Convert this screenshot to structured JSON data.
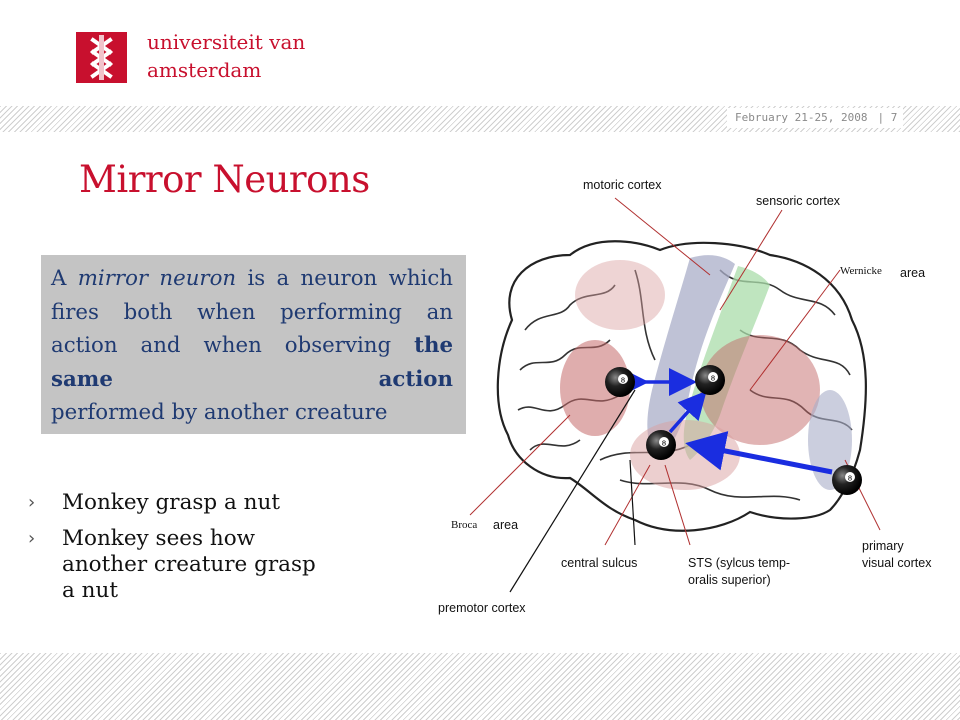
{
  "header": {
    "university_line1": "universiteit van",
    "university_line2": "amsterdam",
    "date": "February 21-25, 2008",
    "page_sep": "|",
    "page_number": "7"
  },
  "slide": {
    "title": "Mirror Neurons",
    "definition": {
      "part1": "A ",
      "italic": "mirror neuron",
      "part2": " is a neuron which fires both when performing an action and when observing ",
      "bold": "the same action",
      "part3": " performed by another creature"
    },
    "bullets": [
      {
        "marker": "›",
        "text": "Monkey grasp a nut"
      },
      {
        "marker": "›",
        "text": "Monkey sees how another creature grasp a nut"
      }
    ]
  },
  "figure": {
    "labels": {
      "motoric_cortex": "motoric cortex",
      "sensoric_cortex": "sensoric cortex",
      "wernicke": "Wernicke",
      "area1": "area",
      "broca": "Broca",
      "area2": "area",
      "central_sulcus": "central sulcus",
      "sts_line1": "STS (sylcus temp-",
      "sts_line2": "oralis superior)",
      "primary_line1": "primary",
      "primary_line2": "visual cortex",
      "premotor_cortex": "premotor cortex"
    },
    "ball_number": "8"
  },
  "colors": {
    "brand_red": "#c8102e",
    "definition_text": "#1f3a72",
    "definition_box": "#c4c4c4",
    "arrow_blue": "#1a2de0"
  }
}
